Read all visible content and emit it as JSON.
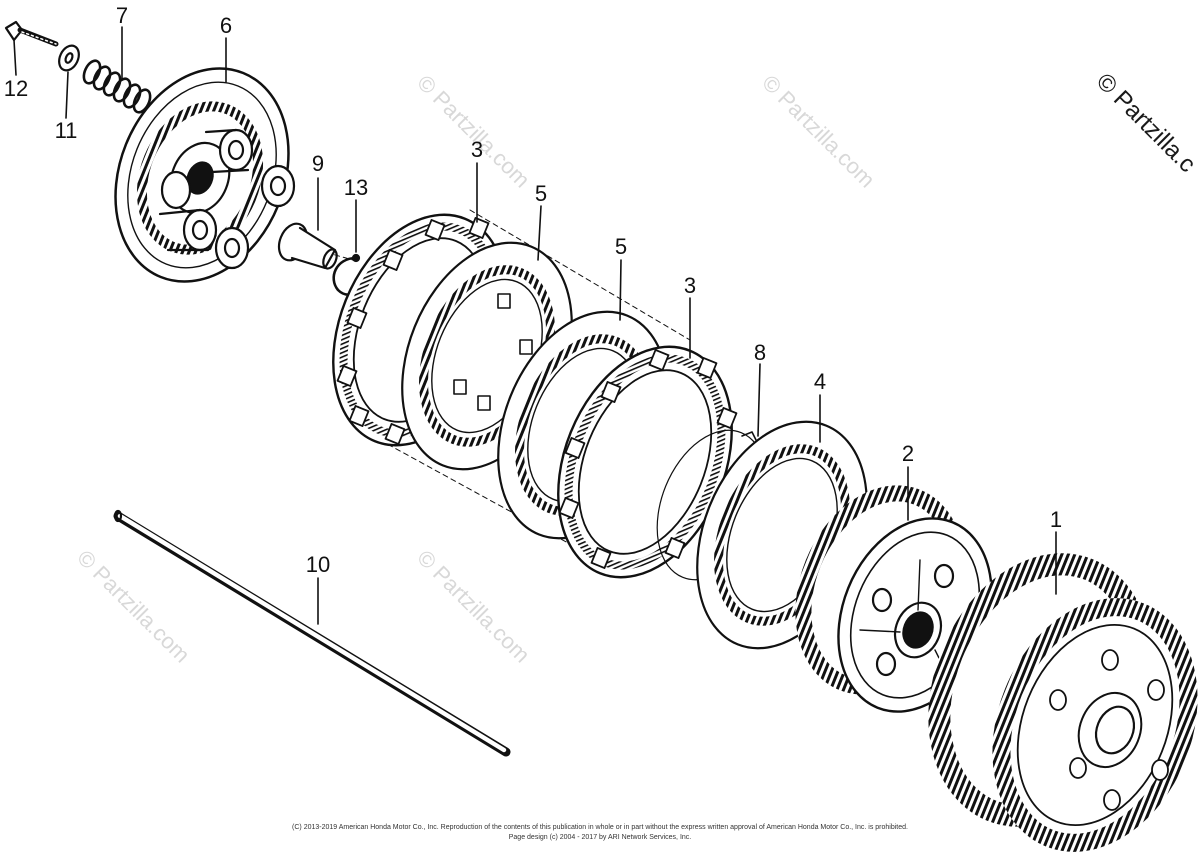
{
  "diagram": {
    "callouts": {
      "1": "1",
      "2": "2",
      "3a": "3",
      "3b": "3",
      "4": "4",
      "5a": "5",
      "5b": "5",
      "6": "6",
      "7": "7",
      "8": "8",
      "9": "9",
      "10": "10",
      "11": "11",
      "12": "12",
      "13": "13"
    }
  },
  "watermark": {
    "text": "© Partzilla.com",
    "corner_text": "© Partzilla.c"
  },
  "footer": {
    "line1": "(C) 2013-2019 American Honda Motor Co., Inc. Reproduction of the contents of this publication in whole or in part without the express written approval of American Honda Motor Co., Inc. is prohibited.",
    "line2": "Page design (c) 2004 - 2017 by ARI Network Services, Inc."
  },
  "colors": {
    "ink": "#111111",
    "watermark": "#d8d8d8",
    "background": "#ffffff"
  }
}
